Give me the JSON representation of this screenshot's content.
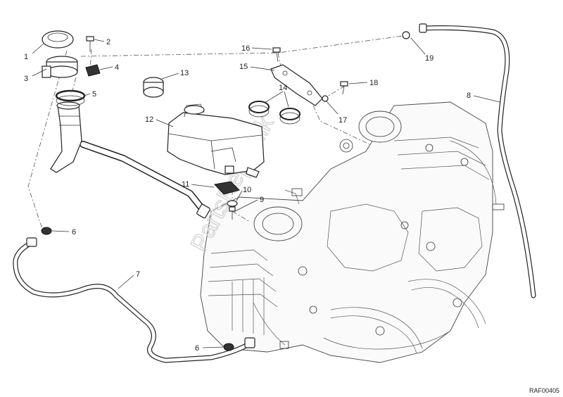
{
  "diagram": {
    "reference_code": "RAF00405",
    "watermark": "PartsRepublik",
    "callouts": [
      {
        "id": "1",
        "label": "1"
      },
      {
        "id": "2",
        "label": "2"
      },
      {
        "id": "3",
        "label": "3"
      },
      {
        "id": "4",
        "label": "4"
      },
      {
        "id": "5",
        "label": "5"
      },
      {
        "id": "6a",
        "label": "6"
      },
      {
        "id": "6b",
        "label": "6"
      },
      {
        "id": "7",
        "label": "7"
      },
      {
        "id": "8",
        "label": "8"
      },
      {
        "id": "9",
        "label": "9"
      },
      {
        "id": "10",
        "label": "10"
      },
      {
        "id": "11",
        "label": "11"
      },
      {
        "id": "12",
        "label": "12"
      },
      {
        "id": "13",
        "label": "13"
      },
      {
        "id": "14",
        "label": "14"
      },
      {
        "id": "15",
        "label": "15"
      },
      {
        "id": "16",
        "label": "16"
      },
      {
        "id": "17",
        "label": "17"
      },
      {
        "id": "18",
        "label": "18"
      },
      {
        "id": "19",
        "label": "19"
      }
    ]
  }
}
